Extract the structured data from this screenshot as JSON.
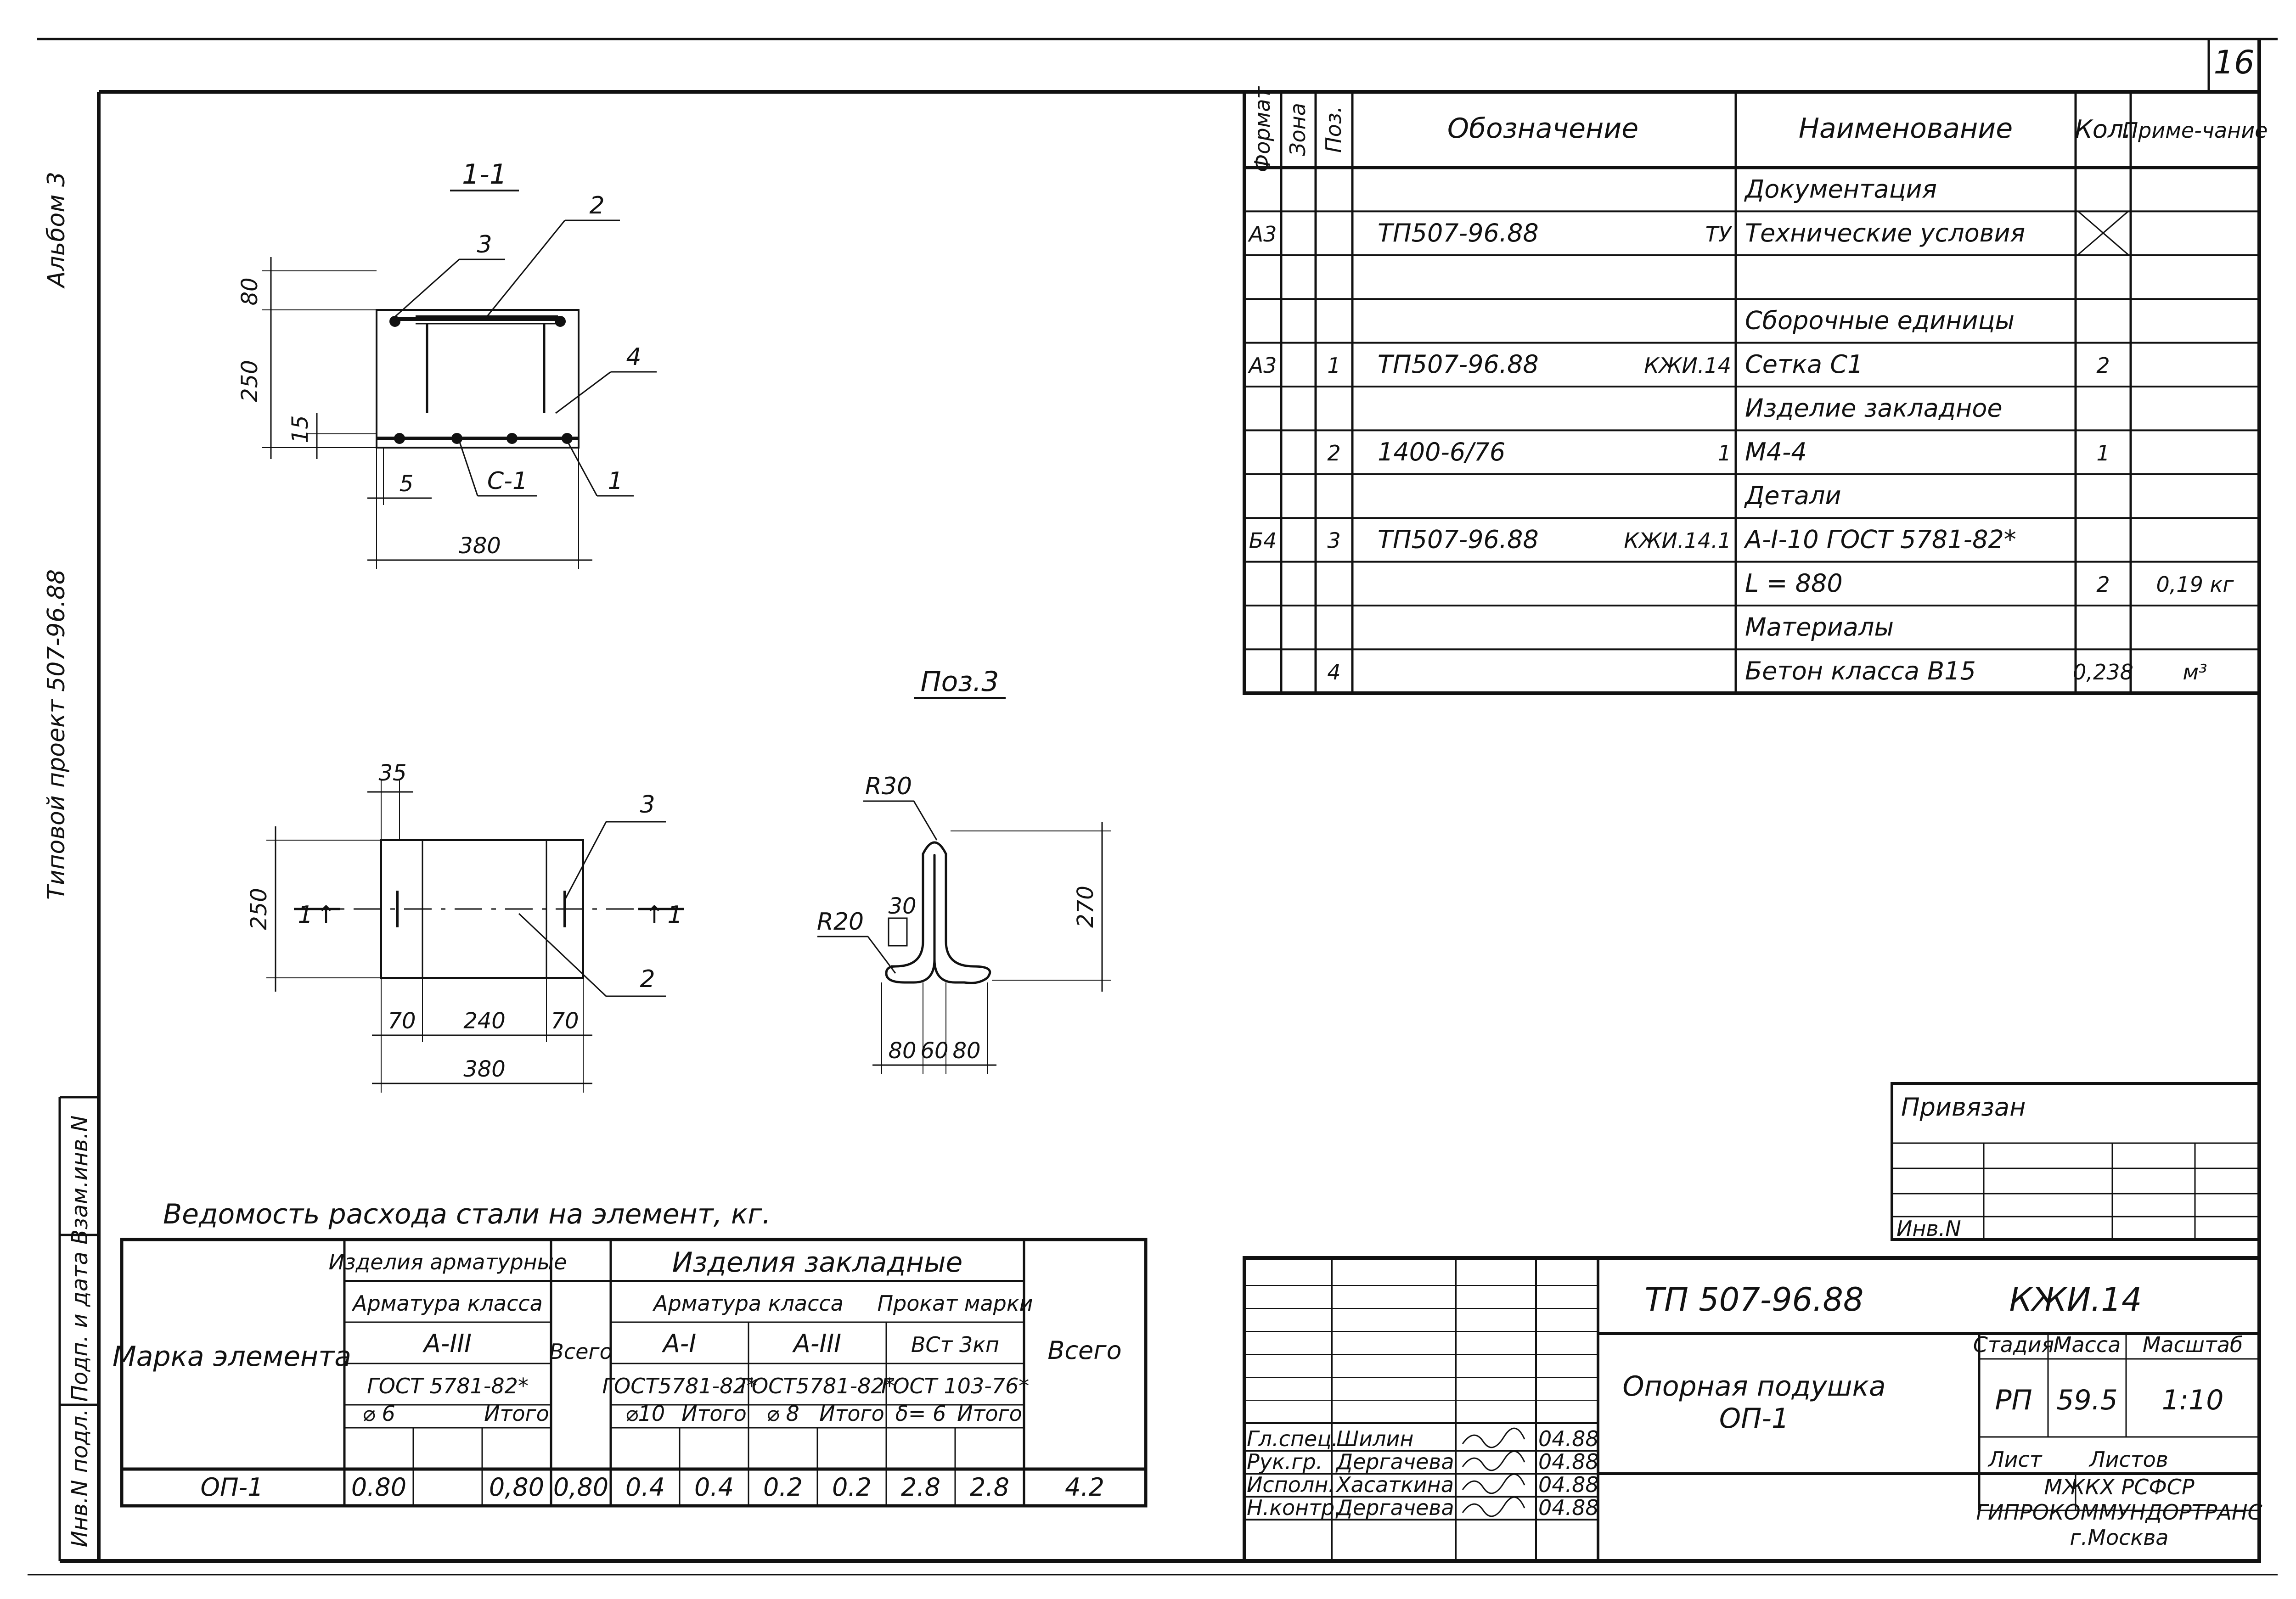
{
  "page_number": "16",
  "margin_text": {
    "album": "Альбом 3",
    "project": "Типовой проект 507-96.88",
    "stamp": "Инв.N подл.  Подп. и дата  Взам.инв.N"
  },
  "spec_table": {
    "headers": [
      "Формат",
      "Зона",
      "Поз.",
      "Обозначение",
      "Наименование",
      "Кол.",
      "Приме-чание"
    ],
    "rows": [
      {
        "format": "",
        "zone": "",
        "pos": "",
        "designation": "",
        "code": "",
        "name": "Документация",
        "qty": "",
        "note": ""
      },
      {
        "format": "А3",
        "zone": "",
        "pos": "",
        "designation": "ТП507-96.88",
        "code": "ТУ",
        "name": "Технические условия",
        "qty": "",
        "note": ""
      },
      {
        "format": "",
        "zone": "",
        "pos": "",
        "designation": "",
        "code": "",
        "name": "",
        "qty": "",
        "note": ""
      },
      {
        "format": "",
        "zone": "",
        "pos": "",
        "designation": "",
        "code": "",
        "name": "Сборочные единицы",
        "qty": "",
        "note": ""
      },
      {
        "format": "А3",
        "zone": "",
        "pos": "1",
        "designation": "ТП507-96.88",
        "code": "КЖИ.14",
        "name": "Сетка С1",
        "qty": "2",
        "note": ""
      },
      {
        "format": "",
        "zone": "",
        "pos": "",
        "designation": "",
        "code": "",
        "name": "Изделие закладное",
        "qty": "",
        "note": ""
      },
      {
        "format": "",
        "zone": "",
        "pos": "2",
        "designation": "1400-6/76",
        "code": "1",
        "name": "М4-4",
        "qty": "1",
        "note": ""
      },
      {
        "format": "",
        "zone": "",
        "pos": "",
        "designation": "",
        "code": "",
        "name": "Детали",
        "qty": "",
        "note": ""
      },
      {
        "format": "Б4",
        "zone": "",
        "pos": "3",
        "designation": "ТП507-96.88",
        "code": "КЖИ.14.1",
        "name": "А-I-10 ГОСТ 5781-82*",
        "qty": "",
        "note": ""
      },
      {
        "format": "",
        "zone": "",
        "pos": "",
        "designation": "",
        "code": "",
        "name": "L = 880",
        "qty": "2",
        "note": "0,19 кг"
      },
      {
        "format": "",
        "zone": "",
        "pos": "",
        "designation": "",
        "code": "",
        "name": "Материалы",
        "qty": "",
        "note": ""
      },
      {
        "format": "",
        "zone": "",
        "pos": "4",
        "designation": "",
        "code": "",
        "name": "Бетон класса В15",
        "qty": "0,238",
        "note": "м³"
      }
    ]
  },
  "section_view": {
    "title": "1-1",
    "dims": {
      "d80": "80",
      "d250": "250",
      "d15": "15",
      "d5": "5",
      "d380": "380"
    },
    "callouts": {
      "c1": "1",
      "c2": "2",
      "c3": "3",
      "c4": "4",
      "mesh": "С-1"
    }
  },
  "plan_view": {
    "dims": {
      "d35": "35",
      "d250": "250",
      "d70a": "70",
      "d240": "240",
      "d70b": "70",
      "d380": "380"
    },
    "cut_left": "1",
    "cut_right": "1",
    "callouts": {
      "c2": "2",
      "c3": "3"
    }
  },
  "pos3_view": {
    "title": "Поз.3",
    "dims": {
      "r30": "R30",
      "r20": "R20",
      "d30": "30",
      "d270": "270",
      "d80a": "80",
      "d60": "60",
      "d80b": "80"
    }
  },
  "steel_table": {
    "title": "Ведомость расхода стали на элемент, кг.",
    "h_mark": "Марка элемента",
    "h_reinf": "Изделия арматурные",
    "h_reinf_class": "Арматура класса",
    "h_a3": "А-III",
    "h_gost1": "ГОСТ 5781-82*",
    "h_d6": "⌀ 6",
    "h_total1": "Итого",
    "h_vsego1": "Всего",
    "h_embed": "Изделия закладные",
    "h_embed_class": "Арматура класса",
    "h_a1": "А-I",
    "h_a3b": "А-III",
    "h_prokat": "Прокат марки",
    "h_gost2": "ГОСТ5781-82*",
    "h_gost3": "ГОСТ5781-82*",
    "h_vst": "ВСт 3кп",
    "h_gost4": "ГОСТ 103-76*",
    "h_d10": "⌀10",
    "h_total2": "Итого",
    "h_d8": "⌀ 8",
    "h_total3": "Итого",
    "h_delta": "δ= 6",
    "h_total4": "Итого",
    "h_vsego2": "Всего",
    "row": {
      "mark": "ОП-1",
      "d6": "0.80",
      "blank": "",
      "total1": "0,80",
      "vsego1": "0,80",
      "d10": "0.4",
      "total2": "0.4",
      "d8": "0.2",
      "total3": "0.2",
      "delta": "2.8",
      "total4": "2.8",
      "vsego2": "4.2"
    }
  },
  "privyazan": {
    "label": "Привязан",
    "inv": "Инв.N"
  },
  "title_block": {
    "doc_code": "ТП 507-96.88",
    "doc_mark": "КЖИ.14",
    "name_line1": "Опорная подушка",
    "name_line2": "ОП-1",
    "h_stage": "Стадия",
    "h_mass": "Масса",
    "h_scale": "Масштаб",
    "stage": "РП",
    "mass": "59.5",
    "scale": "1:10",
    "h_sheet": "Лист",
    "h_sheets": "Листов",
    "org_line1": "МЖКХ РСФСР",
    "org_line2": "ГИПРОКОММУНДОРТРАНС",
    "org_line3": "г.Москва",
    "signers": [
      {
        "role": "Гл.спец.",
        "name": "Шилин",
        "date": "04.88"
      },
      {
        "role": "Рук.гр.",
        "name": "Дергачева",
        "date": "04.88"
      },
      {
        "role": "Исполн.",
        "name": "Хасаткина",
        "date": "04.88"
      },
      {
        "role": "Н.контр.",
        "name": "Дергачева",
        "date": "04.88"
      }
    ]
  }
}
